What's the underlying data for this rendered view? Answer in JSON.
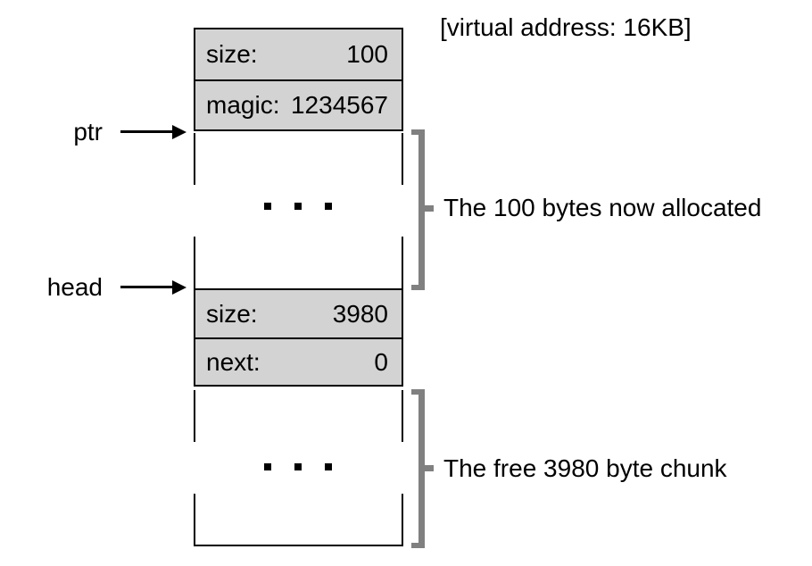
{
  "figure": {
    "note": "[virtual address: 16KB]",
    "pointer_labels": [
      {
        "label": "ptr"
      },
      {
        "label": "head"
      }
    ],
    "header_fields": [
      {
        "field": "size:",
        "value": "100"
      },
      {
        "field": "magic:",
        "value": "1234567"
      },
      {
        "field": "size:",
        "value": "3980"
      },
      {
        "field": "next:",
        "value": "0"
      }
    ],
    "region_labels": [
      {
        "label": "The 100 bytes now allocated"
      },
      {
        "label": "The free 3980 byte chunk"
      }
    ]
  },
  "colors": {
    "chunk_fill": "#d3d3d3",
    "bracket": "#808080",
    "line": "#000000",
    "background": "#ffffff"
  }
}
